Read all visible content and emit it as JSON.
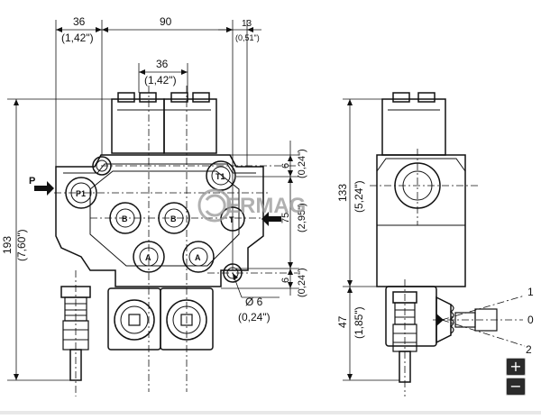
{
  "front_view": {
    "dim_top_left": "36",
    "dim_top_left_in": "(1,42\")",
    "dim_top_mid": "90",
    "dim_top_right": "13",
    "dim_top_right_in": "(0,51\")",
    "dim_inner": "36",
    "dim_inner_in": "(1,42\")",
    "dim_height": "193",
    "dim_height_in": "(7,60\")",
    "dim_right_top": "6",
    "dim_right_top_in": "(0,24\")",
    "dim_right_mid": "75",
    "dim_right_mid_in": "(2,95\")",
    "dim_right_bot": "6",
    "dim_right_bot_in": "(0,24\")",
    "hole_dia": "Ø 6",
    "hole_dia_in": "(0,24\")",
    "port_p": "P",
    "port_p1": "P1",
    "port_t1": "T1",
    "port_t": "T",
    "port_b": "B",
    "port_a": "A"
  },
  "side_view": {
    "dim_height": "133",
    "dim_height_in": "(5,24\")",
    "dim_lower": "47",
    "dim_lower_in": "(1,85\")",
    "pos_1": "1",
    "pos_0": "0",
    "pos_2": "2"
  },
  "watermark": "ERMAG",
  "zoom": {
    "in_label": "+",
    "out_label": "−"
  }
}
